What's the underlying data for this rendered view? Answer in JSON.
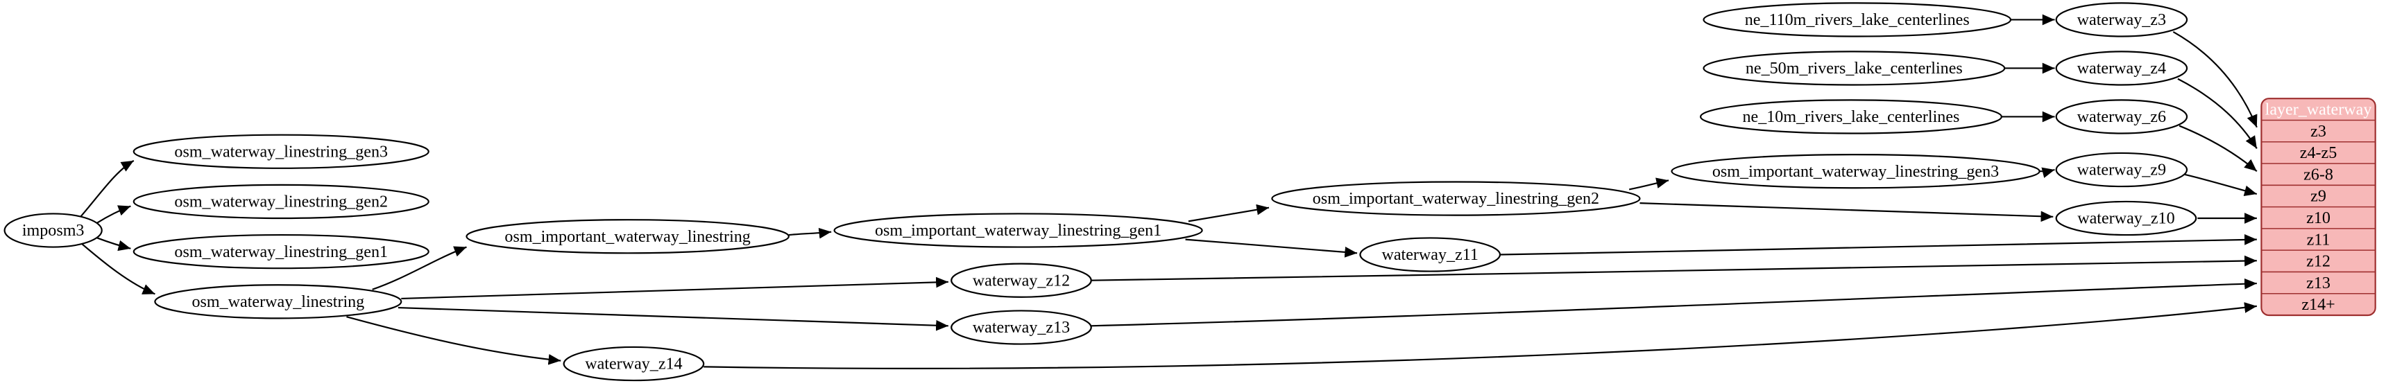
{
  "diagram": {
    "labels": {
      "imposm3": "imposm3",
      "osm_waterway_linestring_gen3": "osm_waterway_linestring_gen3",
      "osm_waterway_linestring_gen2": "osm_waterway_linestring_gen2",
      "osm_waterway_linestring_gen1": "osm_waterway_linestring_gen1",
      "osm_waterway_linestring": "osm_waterway_linestring",
      "osm_important_waterway_linestring": "osm_important_waterway_linestring",
      "osm_important_waterway_linestring_gen1": "osm_important_waterway_linestring_gen1",
      "osm_important_waterway_linestring_gen2": "osm_important_waterway_linestring_gen2",
      "osm_important_waterway_linestring_gen3": "osm_important_waterway_linestring_gen3",
      "ne_110m_rivers_lake_centerlines": "ne_110m_rivers_lake_centerlines",
      "ne_50m_rivers_lake_centerlines": "ne_50m_rivers_lake_centerlines",
      "ne_10m_rivers_lake_centerlines": "ne_10m_rivers_lake_centerlines",
      "waterway_z3": "waterway_z3",
      "waterway_z4": "waterway_z4",
      "waterway_z6": "waterway_z6",
      "waterway_z9": "waterway_z9",
      "waterway_z10": "waterway_z10",
      "waterway_z11": "waterway_z11",
      "waterway_z12": "waterway_z12",
      "waterway_z13": "waterway_z13",
      "waterway_z14": "waterway_z14"
    },
    "table": {
      "header": "layer_waterway",
      "rows": [
        "z3",
        "z4-z5",
        "z6-8",
        "z9",
        "z10",
        "z11",
        "z12",
        "z13",
        "z14+"
      ]
    },
    "colors": {
      "table_fill": "#f7b8b8",
      "table_stroke": "#9e2f2f",
      "node_fill": "#ffffff",
      "node_stroke": "#000000",
      "edge_stroke": "#000000",
      "background": "#ffffff"
    }
  }
}
